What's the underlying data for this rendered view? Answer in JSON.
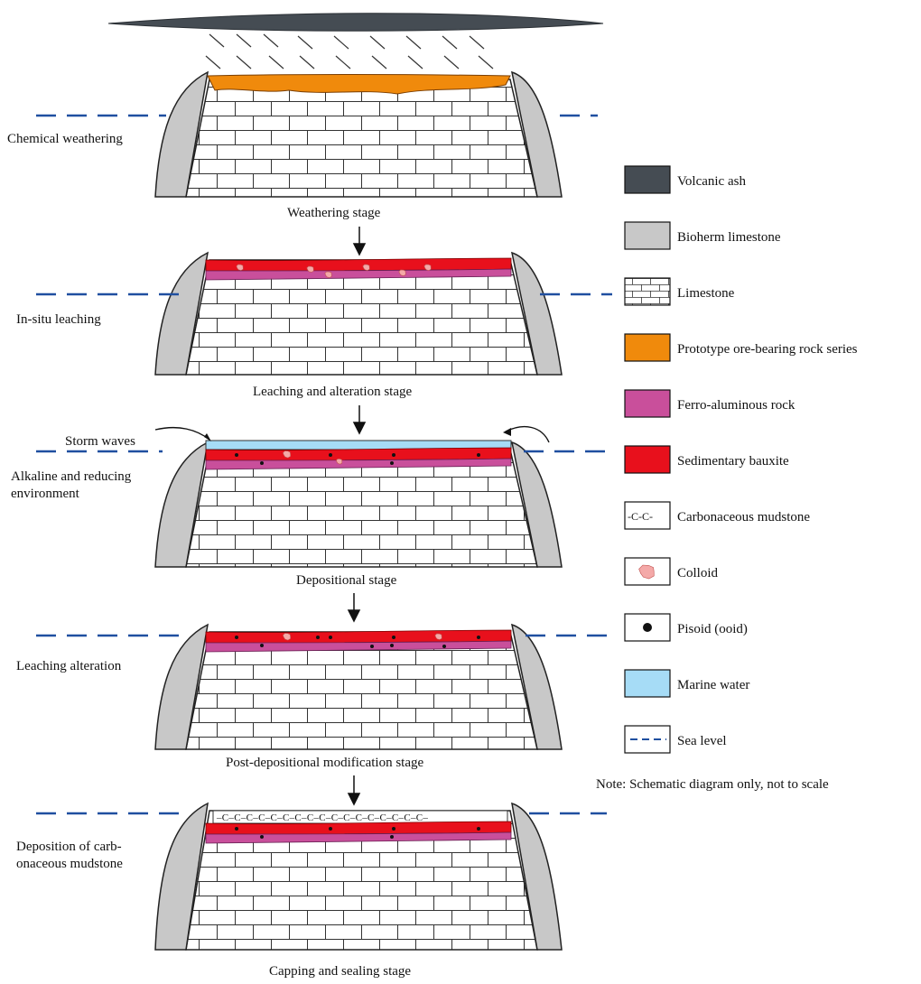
{
  "stages": [
    {
      "side_label": [
        "Chemical weathering"
      ],
      "caption": "Weathering stage"
    },
    {
      "side_label": [
        "In-situ leaching"
      ],
      "caption": "Leaching and alteration stage"
    },
    {
      "side_label": [
        "Alkaline and reducing",
        "environment"
      ],
      "caption": "Depositional stage",
      "extra_label": "Storm waves"
    },
    {
      "side_label": [
        "Leaching alteration"
      ],
      "caption": "Post-depositional modification stage"
    },
    {
      "side_label": [
        "Deposition of carb-",
        "onaceous mudstone"
      ],
      "caption": "Capping and sealing stage"
    }
  ],
  "legend": [
    {
      "key": "volcanic-ash",
      "label": "Volcanic ash",
      "color": "#454c53"
    },
    {
      "key": "bioherm-limestone",
      "label": "Bioherm limestone",
      "color": "#c8c8c8"
    },
    {
      "key": "limestone",
      "label": "Limestone",
      "color": "#ffffff"
    },
    {
      "key": "prototype-ore",
      "label": "Prototype ore-bearing rock series",
      "color": "#f08a0c"
    },
    {
      "key": "ferro-aluminous",
      "label": "Ferro-aluminous rock",
      "color": "#c94f9b"
    },
    {
      "key": "sedimentary-bauxite",
      "label": "Sedimentary bauxite",
      "color": "#e8101c"
    },
    {
      "key": "carbonaceous-mudstone",
      "label": "Carbonaceous mudstone",
      "symbol": "-C-C-"
    },
    {
      "key": "colloid",
      "label": "Colloid",
      "color": "#f4a9a8"
    },
    {
      "key": "pisoid",
      "label": "Pisoid (ooid)",
      "color": "#111111"
    },
    {
      "key": "marine-water",
      "label": "Marine water",
      "color": "#a6dcf6"
    },
    {
      "key": "sea-level",
      "label": "Sea level",
      "color": "#1f4fa0"
    }
  ],
  "note": "Note: Schematic diagram only, not to scale",
  "mudstone_text": "–C–C–C–C–C–C–C–C–C–C–C–C–C–C–C–C–C–",
  "colors": {
    "sea_level": "#1f4fa0",
    "outline": "#222222",
    "bioherm": "#c8c8c8",
    "ore": "#f08a0c",
    "bauxite": "#e8101c",
    "ferro": "#c94f9b",
    "water": "#a6dcf6",
    "colloid": "#f4a9a8",
    "ash": "#454c53"
  }
}
